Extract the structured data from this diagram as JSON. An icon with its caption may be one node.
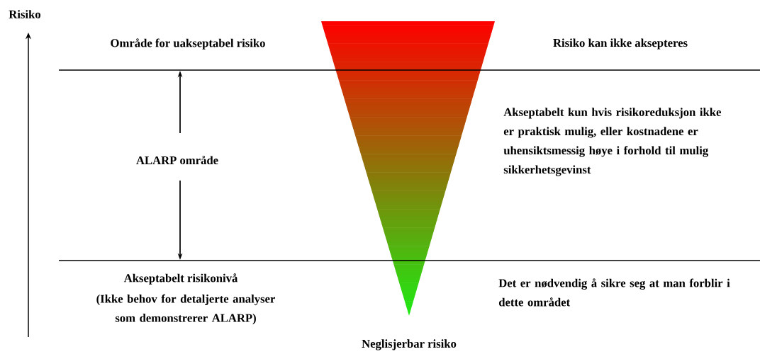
{
  "diagram": {
    "labels": [
      "Risiko",
      "Område for uakseptabel risiko",
      "Risiko kan ikke aksepteres",
      "ALARP område",
      "Akseptabelt kun hvis risikoreduksjon ikke er praktisk mulig, eller kostnadene er uhensiktsmessig høye i forhold til mulig sikkerhetsgevinst",
      "Akseptabelt risikonivå",
      "(Ikke behov for detaljerte analyser som demonstrerer ALARP)",
      "Det er nødvendig å sikre seg at man forblir i dette området",
      "Neglisjerbar risiko"
    ]
  }
}
